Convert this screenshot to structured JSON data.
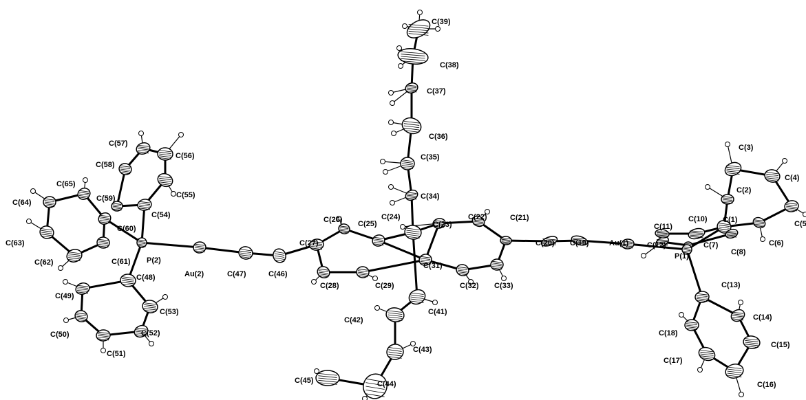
{
  "diagram": {
    "labels": {
      "C39": "C(39)",
      "C38": "C(38)",
      "C37": "C(37)",
      "C36": "C(36)",
      "C35": "C(35)",
      "C34": "C(34)",
      "C24": "C(24)",
      "C23": "C(23)",
      "C22": "C(22)",
      "C21": "C(21)",
      "C20": "C(20)",
      "C19": "C(19)",
      "Au1": "Au(1)",
      "C12": "C(12)",
      "C11": "C(11)",
      "C10": "C(10)",
      "C1": "C(1)",
      "C2": "C(2)",
      "C3": "C(3)",
      "C4": "C(4)",
      "C5": "C(5",
      "C6": "C(6)",
      "C7": "C(7)",
      "C8": "C(8)",
      "P1": "P(1)",
      "C13": "C(13)",
      "C14": "C(14)",
      "C15": "C(15)",
      "C16": "C(16)",
      "C17": "C(17)",
      "C18": "C(18)",
      "C25": "C(25)",
      "C26": "C(26)",
      "C27": "C(27)",
      "C28": "C(28)",
      "C29": "C(29)",
      "C31": "C(31)",
      "C32": "C(32)",
      "C33": "C(33)",
      "C41": "C(41)",
      "C42": "C(42)",
      "C43": "C(43)",
      "C44": "C(44)",
      "C45": "C(45)",
      "C46": "C(46)",
      "C47": "C(47)",
      "Au2": "Au(2)",
      "P2": "P(2)",
      "C48": "C(48)",
      "C49": "C(49)",
      "C50": "C(50)",
      "C51": "C(51)",
      "C52": "C(52)",
      "C53": "C(53)",
      "C54": "C(54)",
      "C55": "C(55)",
      "C56": "C(56)",
      "C57": "C(57)",
      "C58": "C(58)",
      "C59": "C(59)",
      "C60": "C(60)",
      "C61": "C(61)",
      "C62": "C(62)",
      "C63": "C(63)",
      "C64": "C(64)",
      "C65": "C(65)"
    }
  }
}
